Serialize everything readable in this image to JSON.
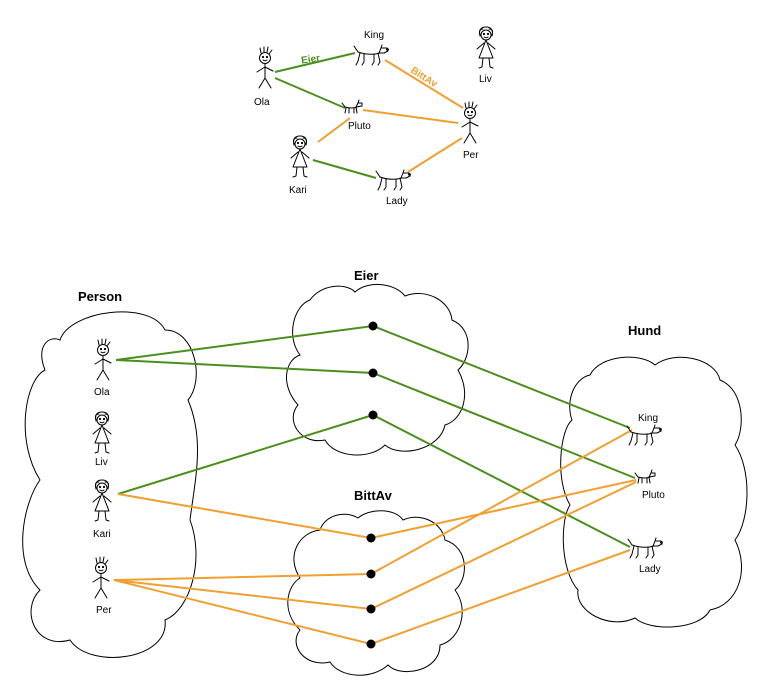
{
  "colors": {
    "eier": "#4a8f1c",
    "bittav": "#f0a030"
  },
  "top_graph": {
    "people": [
      {
        "id": "ola",
        "label": "Ola",
        "kind": "man"
      },
      {
        "id": "liv",
        "label": "Liv",
        "kind": "woman"
      },
      {
        "id": "kari",
        "label": "Kari",
        "kind": "woman"
      },
      {
        "id": "per",
        "label": "Per",
        "kind": "man"
      }
    ],
    "dogs": [
      {
        "id": "king",
        "label": "King",
        "kind": "big"
      },
      {
        "id": "pluto",
        "label": "Pluto",
        "kind": "small"
      },
      {
        "id": "lady",
        "label": "Lady",
        "kind": "big"
      }
    ],
    "edge_labels": {
      "eier": "Eier",
      "bittav": "BittAv"
    }
  },
  "bottom_diagram": {
    "set_titles": {
      "person": "Person",
      "eier": "Eier",
      "bittav": "BittAv",
      "hund": "Hund"
    },
    "persons": [
      "Ola",
      "Liv",
      "Kari",
      "Per"
    ],
    "dogs": [
      "King",
      "Pluto",
      "Lady"
    ]
  },
  "relations": {
    "eier": [
      [
        "Ola",
        "King"
      ],
      [
        "Ola",
        "Pluto"
      ],
      [
        "Kari",
        "Lady"
      ]
    ],
    "bittav": [
      [
        "Kari",
        "Pluto"
      ],
      [
        "Per",
        "King"
      ],
      [
        "Per",
        "Pluto"
      ],
      [
        "Per",
        "Lady"
      ]
    ]
  }
}
